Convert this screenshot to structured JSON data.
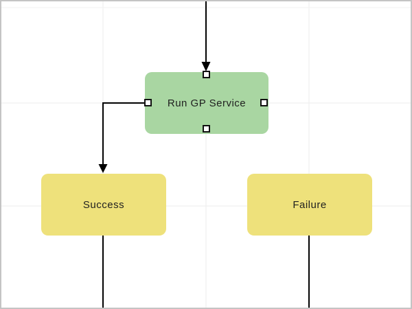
{
  "canvas": {
    "background_color": "#ffffff",
    "border_color": "#c4c4c4",
    "grid_color": "#ededed",
    "connector_color": "#000000",
    "label_color": "#1f1f1f"
  },
  "nodes": {
    "run_gp_service": {
      "label": "Run GP Service",
      "fill_color": "#a9d6a2",
      "type": "process",
      "selected": true,
      "ports_visible": [
        "top",
        "left",
        "right",
        "bottom"
      ]
    },
    "success": {
      "label": "Success",
      "fill_color": "#eee17b",
      "type": "outcome"
    },
    "failure": {
      "label": "Failure",
      "fill_color": "#eee17b",
      "type": "outcome"
    }
  },
  "edges": [
    {
      "from": "offscreen-top",
      "to": "run_gp_service",
      "arrowhead": true,
      "route": "straight"
    },
    {
      "from": "run_gp_service",
      "to": "success",
      "arrowhead": true,
      "route": "elbow-left-then-down"
    },
    {
      "from": "success",
      "to": "offscreen-bottom",
      "arrowhead": false,
      "route": "straight"
    },
    {
      "from": "failure",
      "to": "offscreen-bottom",
      "arrowhead": false,
      "route": "straight"
    }
  ]
}
